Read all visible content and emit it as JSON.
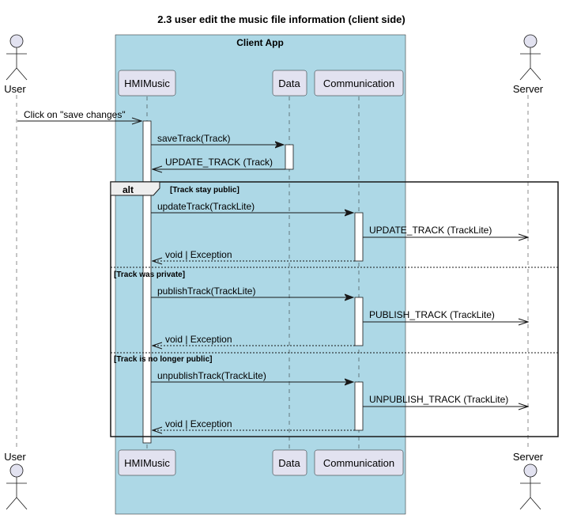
{
  "diagram": {
    "title": "2.3 user edit the music file information (client side)",
    "box_title": "Client App",
    "colors": {
      "box_fill": "#ADD8E6",
      "participant_fill": "#E2E2F0",
      "participant_stroke": "#181818",
      "activation_fill": "#FFFFFF"
    },
    "participants": {
      "user": "User",
      "hmi": "HMIMusic",
      "data": "Data",
      "comm": "Communication",
      "server": "Server"
    },
    "messages": {
      "m1": "Click on \"save changes\"",
      "m2": "saveTrack(Track)",
      "m3": "UPDATE_TRACK (Track)",
      "m4": "updateTrack(TrackLite)",
      "m5": "UPDATE_TRACK (TrackLite)",
      "m6": "void | Exception",
      "m7": "publishTrack(TrackLite)",
      "m8": "PUBLISH_TRACK (TrackLite)",
      "m9": "void | Exception",
      "m10": "unpublishTrack(TrackLite)",
      "m11": "UNPUBLISH_TRACK (TrackLite)",
      "m12": "void | Exception"
    },
    "fragment": {
      "operator": "alt",
      "guard1": "[Track stay public]",
      "guard2": "[Track was private]",
      "guard3": "[Track is no longer public]"
    }
  }
}
